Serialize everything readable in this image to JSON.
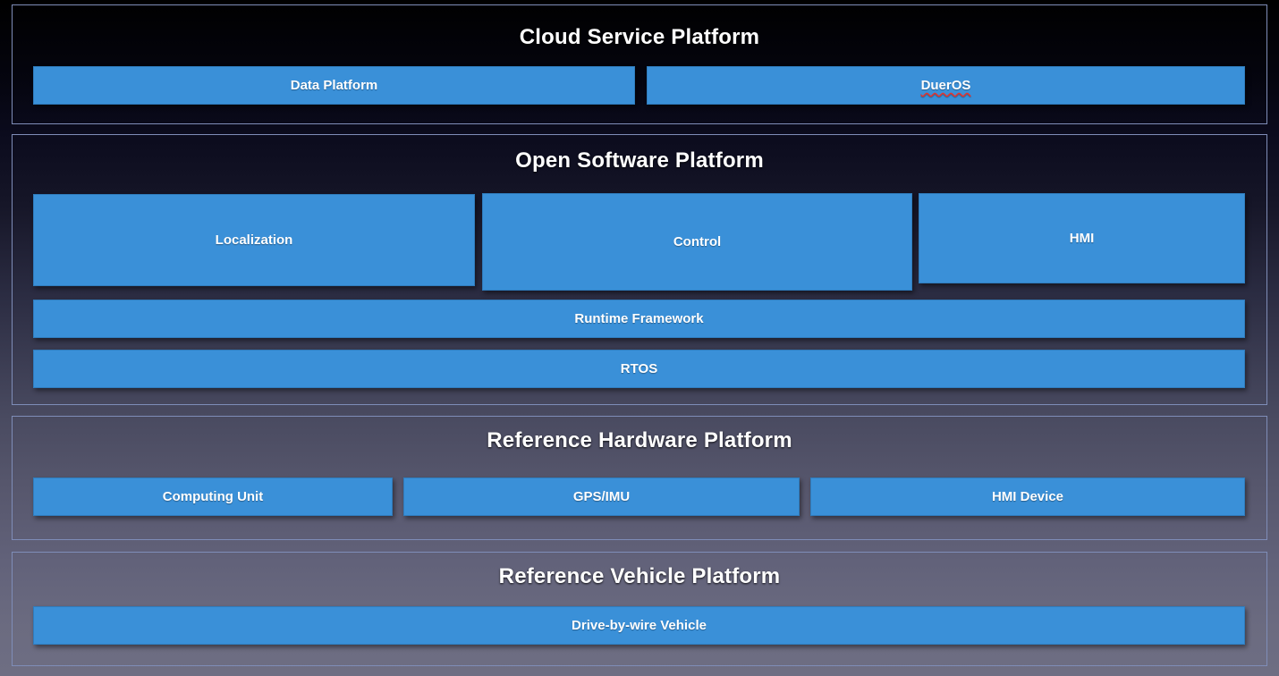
{
  "theme": {
    "block_fill": "#3a90d8",
    "block_border": "#2f7cbd",
    "panel_border": "#7f8db8",
    "title_color": "#ffffff",
    "spellcheck_underline": "#e8312a",
    "background_top": "#000000",
    "background_bottom": "#6e6e83"
  },
  "layers": [
    {
      "id": "cloud-service-platform",
      "title": "Cloud Service Platform",
      "blocks": [
        {
          "id": "data-platform",
          "label": "Data Platform",
          "misspelled": false
        },
        {
          "id": "dueros",
          "label": "DuerOS",
          "misspelled": true
        }
      ]
    },
    {
      "id": "open-software-platform",
      "title": "Open Software Platform",
      "blocks": [
        {
          "id": "localization",
          "label": "Localization",
          "misspelled": false
        },
        {
          "id": "control",
          "label": "Control",
          "misspelled": false
        },
        {
          "id": "hmi",
          "label": "HMI",
          "misspelled": false
        },
        {
          "id": "runtime-framework",
          "label": "Runtime Framework",
          "misspelled": false
        },
        {
          "id": "rtos",
          "label": "RTOS",
          "misspelled": false
        }
      ]
    },
    {
      "id": "reference-hardware-platform",
      "title": "Reference Hardware Platform",
      "blocks": [
        {
          "id": "computing-unit",
          "label": "Computing Unit",
          "misspelled": false
        },
        {
          "id": "gps-imu",
          "label": "GPS/IMU",
          "misspelled": false
        },
        {
          "id": "hmi-device",
          "label": "HMI Device",
          "misspelled": false
        }
      ]
    },
    {
      "id": "reference-vehicle-platform",
      "title": "Reference Vehicle Platform",
      "blocks": [
        {
          "id": "drive-by-wire-vehicle",
          "label": "Drive-by-wire Vehicle",
          "misspelled": false
        }
      ]
    }
  ]
}
